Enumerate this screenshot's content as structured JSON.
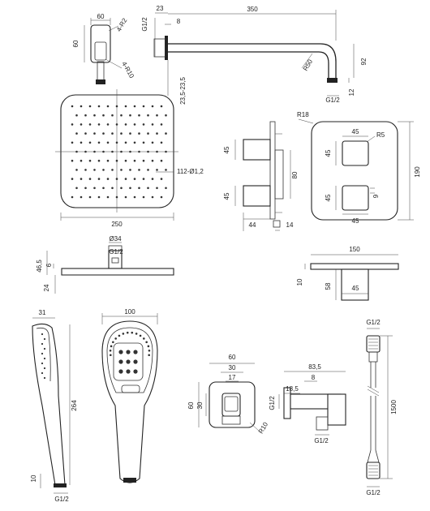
{
  "wall_bracket": {
    "w": "60",
    "h": "60",
    "r1": "4-R2",
    "r2": "4-R10"
  },
  "arm": {
    "thread": "G1/2",
    "d23": "23",
    "d8": "8",
    "len": "350",
    "range": "23,5-23,5",
    "r": "R50",
    "h92": "92",
    "d12": "12",
    "thread2": "G1/2"
  },
  "head": {
    "width": "250",
    "nozzles": "112-Ø1,2"
  },
  "valve_side": {
    "h45a": "45",
    "d80": "80",
    "h45b": "45",
    "d44": "44",
    "d14": "14"
  },
  "valve_front": {
    "r18": "R18",
    "w45a": "45",
    "r5": "R5",
    "h45a": "45",
    "h45b": "45",
    "d9": "9",
    "w45b": "45",
    "h190": "190"
  },
  "head_side": {
    "d34": "Ø34",
    "thread": "G1/2",
    "d465": "46,5",
    "d6": "6",
    "d24": "24"
  },
  "flange_top": {
    "w150": "150",
    "d10": "10",
    "d58": "58",
    "w45": "45"
  },
  "hand_side": {
    "d31": "31",
    "len": "264",
    "d10": "10",
    "thread": "G1/2"
  },
  "hand_front": {
    "w100": "100"
  },
  "outlet_front": {
    "w60": "60",
    "w30": "30",
    "w17": "17",
    "h60": "60",
    "h30": "30",
    "r10": "R10"
  },
  "outlet_side": {
    "d835": "83,5",
    "d8": "8",
    "d185": "18,5",
    "thread1": "G1/2",
    "thread2": "G1/2"
  },
  "hose": {
    "thread1": "G1/2",
    "len": "1500",
    "thread2": "G1/2"
  }
}
